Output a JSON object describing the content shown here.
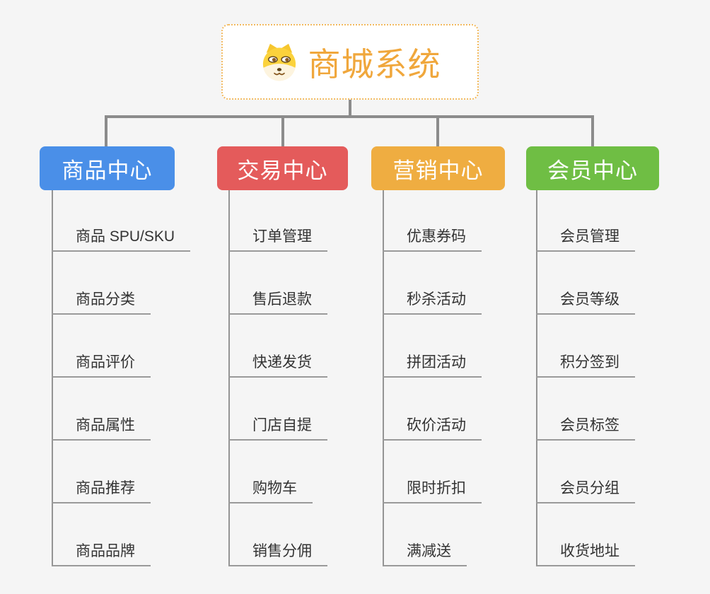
{
  "page": {
    "background_color": "#f5f5f5",
    "connector_color": "#8c8c8c",
    "leaf_line_color": "#9a9a9a",
    "leaf_text_color": "#333333"
  },
  "root": {
    "label": "商城系统",
    "icon": "shiba-dog-icon",
    "text_color": "#f0a73c",
    "border_color": "#f2ba60",
    "background": "#ffffff"
  },
  "branches": [
    {
      "label": "商品中心",
      "color": "#4a8fe8",
      "text_color": "#ffffff",
      "children": [
        "商品 SPU/SKU",
        "商品分类",
        "商品评价",
        "商品属性",
        "商品推荐",
        "商品品牌"
      ]
    },
    {
      "label": "交易中心",
      "color": "#e45b5b",
      "text_color": "#ffffff",
      "children": [
        "订单管理",
        "售后退款",
        "快递发货",
        "门店自提",
        "购物车",
        "销售分佣"
      ]
    },
    {
      "label": "营销中心",
      "color": "#efad41",
      "text_color": "#ffffff",
      "children": [
        "优惠券码",
        "秒杀活动",
        "拼团活动",
        "砍价活动",
        "限时折扣",
        "满减送"
      ]
    },
    {
      "label": "会员中心",
      "color": "#6fbe44",
      "text_color": "#ffffff",
      "children": [
        "会员管理",
        "会员等级",
        "积分签到",
        "会员标签",
        "会员分组",
        "收货地址"
      ]
    }
  ]
}
